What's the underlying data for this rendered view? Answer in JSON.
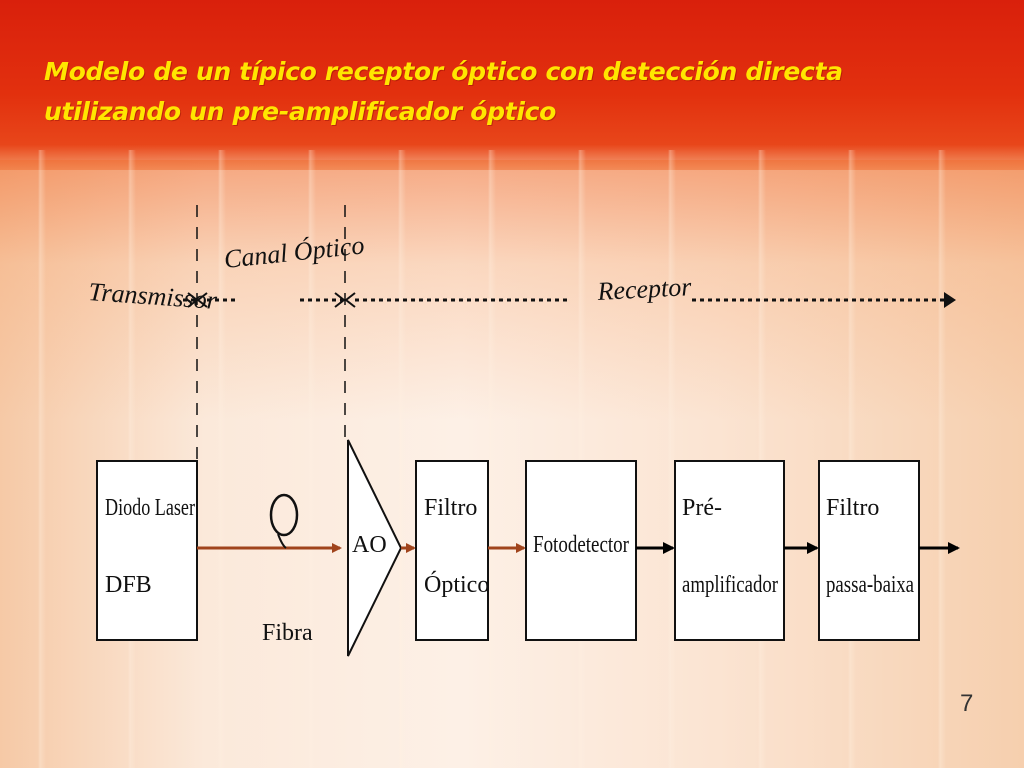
{
  "slide": {
    "title_line1": "Modelo  de un típico receptor óptico con detección directa",
    "title_line2": "utilizando un pre-amplificador óptico",
    "page_number": "7"
  },
  "diagram": {
    "sections": {
      "transmissor": "Transmissor",
      "canal": "Canal Óptico",
      "receptor": "Receptor"
    },
    "blocks": {
      "laser_line1": "Diodo Laser",
      "laser_line2": "DFB",
      "fiber_label": "Fibra",
      "amplifier": "AO",
      "filter_line1": "Filtro",
      "filter_line2": "Óptico",
      "photodetector": "Fotodetector",
      "preamp_line1": "Pré-",
      "preamp_line2": "amplificador",
      "lowpass_line1": "Filtro",
      "lowpass_line2": "passa-baixa"
    }
  },
  "colors": {
    "title": "#ffe600",
    "optical_link": "#a0441c",
    "electrical_link": "#000000",
    "background_top": "#d9200c"
  }
}
